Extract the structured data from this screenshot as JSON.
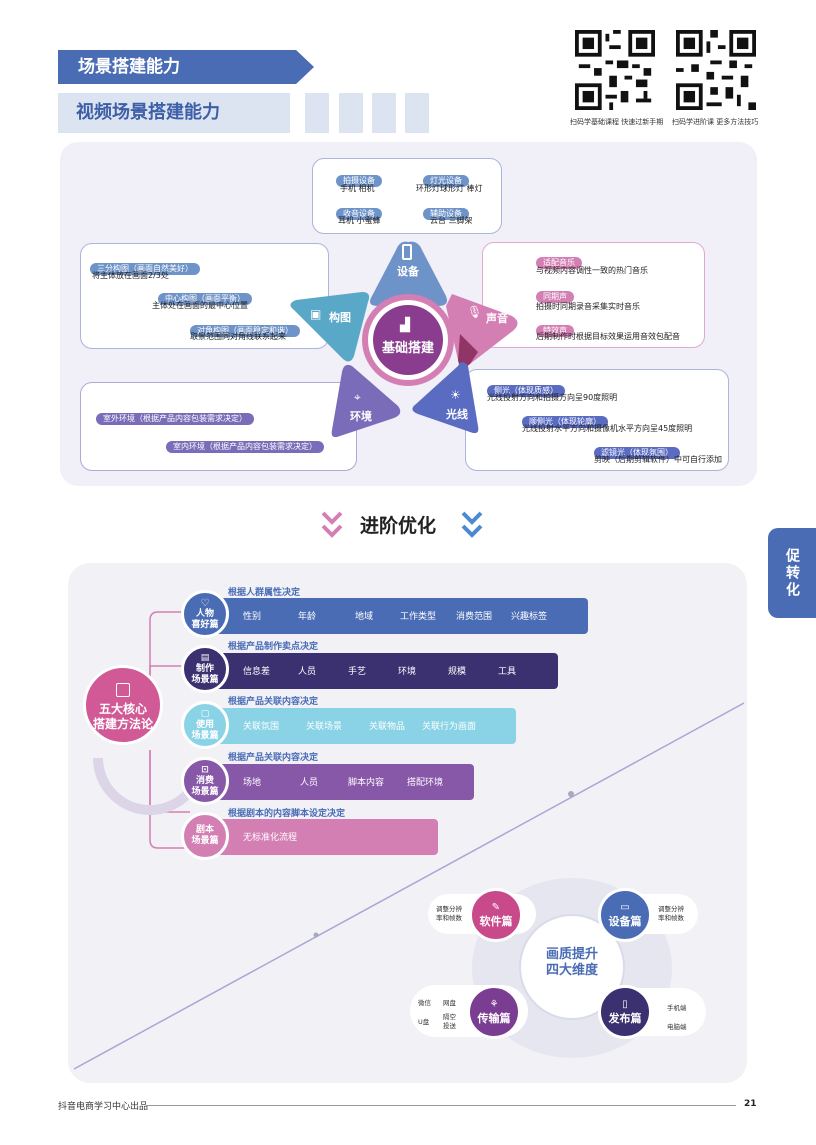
{
  "header": {
    "title": "场景搭建能力",
    "subtitle": "视频场景搭建能力",
    "qr_captions": [
      "扫码学基础课程 快速过新手期",
      "扫码学进阶课 更多方法技巧"
    ]
  },
  "top": {
    "center": "基础搭建",
    "triangles": {
      "device": "设备",
      "sound": "声音",
      "light": "光线",
      "env": "环境",
      "compose": "构图"
    },
    "device_box": {
      "items": [
        {
          "tag": "拍摄设备",
          "text": "手机   相机"
        },
        {
          "tag": "灯光设备",
          "text": "环形灯球形灯 棒灯"
        },
        {
          "tag": "收音设备",
          "text": "耳机  小蜜蜂"
        },
        {
          "tag": "辅助设备",
          "text": "云台   三脚架"
        }
      ]
    },
    "sound_box": {
      "items": [
        {
          "tag": "适配音乐",
          "text": "与视频内容调性一致的热门音乐"
        },
        {
          "tag": "同期声",
          "text": "拍摄时同期录音采集实时音乐"
        },
        {
          "tag": "特效声",
          "text": "后期制作时根据目标效果运用音效包配音"
        }
      ]
    },
    "compose_box": {
      "items": [
        {
          "tag": "三分构图（画面自然美好）",
          "text": "将主体放在画面2/3处"
        },
        {
          "tag": "中心构图（画面平衡）",
          "text": "主体处在画面的最中心位置"
        },
        {
          "tag": "对角构图（画面稳定和谐）",
          "text": "取景范围同对角线联系起来"
        }
      ]
    },
    "env_box": {
      "items": [
        {
          "tag": "室外环境（根据产品内容包装需求决定）"
        },
        {
          "tag": "室内环境（根据产品内容包装需求决定）"
        }
      ]
    },
    "light_box": {
      "items": [
        {
          "tag": "侧光（体现质感）",
          "text": "光线投射方向和拍摄方向呈90度照明"
        },
        {
          "tag": "顺侧光（体现轮廓）",
          "text": "光线投射水平方向和摄像机水平方向呈45度照明"
        },
        {
          "tag": "滤镜光（体现氛围）",
          "text": "剪映（后期剪辑软件）中可自行添加"
        }
      ]
    }
  },
  "middle": {
    "title": "进阶优化"
  },
  "bottom": {
    "core": {
      "line1": "五大核心",
      "line2": "搭建方法论"
    },
    "rows": [
      {
        "cap": "根据人群属性决定",
        "cat1": "人物",
        "cat2": "喜好篇",
        "items": [
          "性别",
          "年龄",
          "地域",
          "工作类型",
          "消费范围",
          "兴趣标签"
        ],
        "color": "#4a6cb5"
      },
      {
        "cap": "根据产品制作卖点决定",
        "cat1": "制作",
        "cat2": "场景篇",
        "items": [
          "信息差",
          "人员",
          "手艺",
          "环境",
          "规模",
          "工具"
        ],
        "color": "#3b3070"
      },
      {
        "cap": "根据产品关联内容决定",
        "cat1": "使用",
        "cat2": "场景篇",
        "items": [
          "关联氛围",
          "关联场景",
          "关联物品",
          "关联行为画面"
        ],
        "color": "#8ad3e6"
      },
      {
        "cap": "根据产品关联内容决定",
        "cat1": "消费",
        "cat2": "场景篇",
        "items": [
          "场地",
          "人员",
          "脚本内容",
          "搭配环境"
        ],
        "color": "#8757a8"
      },
      {
        "cap": "根据剧本的内容脚本设定决定",
        "cat1": "剧本",
        "cat2": "场景篇",
        "items": [
          "无标准化流程"
        ],
        "color": "#d47fb4"
      }
    ],
    "quality": {
      "center1": "画质提升",
      "center2": "四大维度",
      "software": {
        "label": "软件篇",
        "note1": "调整分辨",
        "note2": "率和帧数"
      },
      "device": {
        "label": "设备篇",
        "note1": "调整分辨",
        "note2": "率和帧数"
      },
      "transfer": {
        "label": "传输篇",
        "notes": [
          "微信",
          "网盘",
          "U盘",
          "隔空",
          "投送"
        ]
      },
      "publish": {
        "label": "发布篇",
        "notes": [
          "手机端",
          "电脑端"
        ]
      }
    }
  },
  "side_tab": "促转化",
  "footer": {
    "source": "抖音电商学习中心出品",
    "page": "21"
  }
}
